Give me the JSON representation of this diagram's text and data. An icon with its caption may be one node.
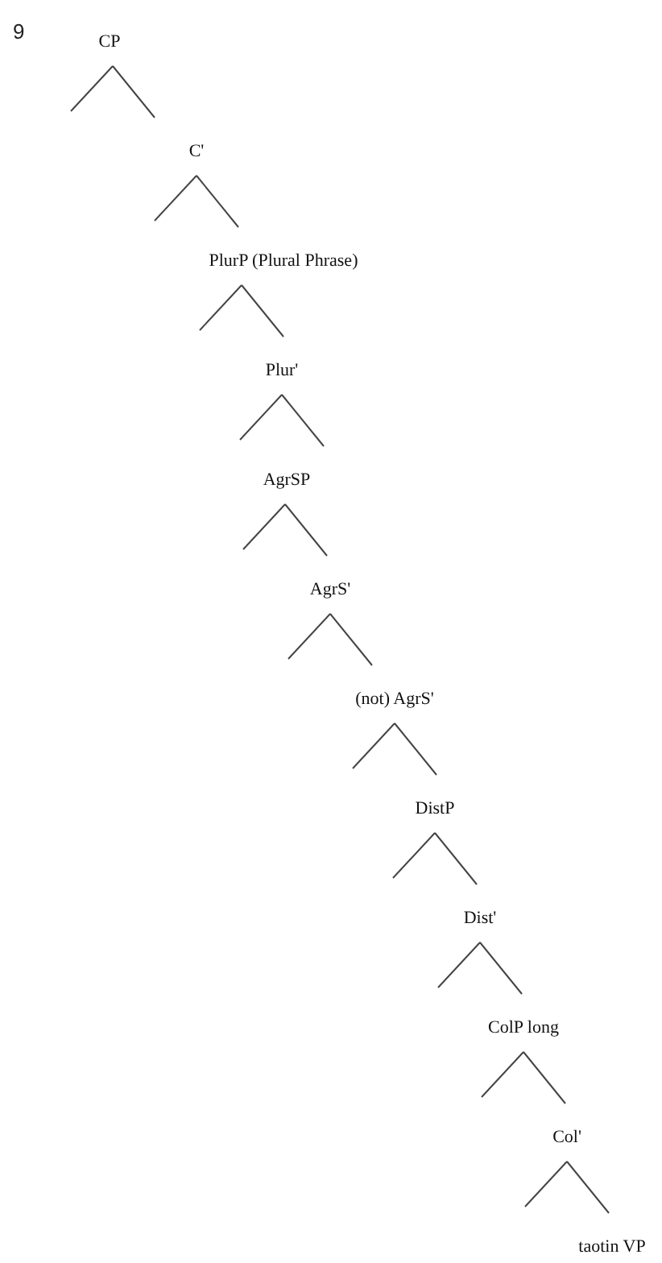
{
  "diagram": {
    "nodes": [
      {
        "text": [
          "CP"
        ]
      },
      {
        "text": [
          "C'"
        ]
      },
      {
        "text": [
          "PlurP (Plural Phrase)"
        ]
      },
      {
        "text": [
          "Plur'"
        ]
      },
      {
        "text": [
          "AgrSP"
        ]
      },
      {
        "text": [
          "AgrS'"
        ]
      },
      {
        "text": [
          "(not) AgrS'"
        ]
      },
      {
        "text": [
          "DistP"
        ]
      },
      {
        "text": [
          "Dist'"
        ]
      },
      {
        "text": [
          "ColP long"
        ]
      },
      {
        "text": [
          "Col'"
        ]
      },
      {
        "text": [
          "taotin VP"
        ]
      }
    ],
    "edges": [
      {
        "from": 0,
        "to": null,
        "arrow": "none"
      },
      {
        "from": 0,
        "to": 1,
        "arrow": "none"
      },
      {
        "from": 1,
        "to": null,
        "arrow": "none"
      },
      {
        "from": 1,
        "to": 2,
        "arrow": "none"
      },
      {
        "from": 2,
        "to": null,
        "arrow": "none"
      },
      {
        "from": 2,
        "to": 3,
        "arrow": "none"
      },
      {
        "from": 3,
        "to": null,
        "arrow": "none"
      },
      {
        "from": 3,
        "to": 4,
        "arrow": "none"
      },
      {
        "from": 4,
        "to": null,
        "arrow": "none"
      },
      {
        "from": 4,
        "to": 5,
        "arrow": "none"
      },
      {
        "from": 5,
        "to": null,
        "arrow": "none"
      },
      {
        "from": 5,
        "to": 6,
        "arrow": "none"
      },
      {
        "from": 6,
        "to": null,
        "arrow": "none"
      },
      {
        "from": 6,
        "to": 7,
        "arrow": "none"
      },
      {
        "from": 7,
        "to": null,
        "arrow": "none"
      },
      {
        "from": 7,
        "to": 8,
        "arrow": "none"
      },
      {
        "from": 8,
        "to": null,
        "arrow": "none"
      },
      {
        "from": 8,
        "to": 9,
        "arrow": "none"
      },
      {
        "from": 9,
        "to": null,
        "arrow": "none"
      },
      {
        "from": 9,
        "to": 10,
        "arrow": "none"
      },
      {
        "from": 10,
        "to": null,
        "arrow": "none"
      },
      {
        "from": 10,
        "to": 11,
        "arrow": "none"
      }
    ],
    "labels": [
      "9"
    ]
  }
}
